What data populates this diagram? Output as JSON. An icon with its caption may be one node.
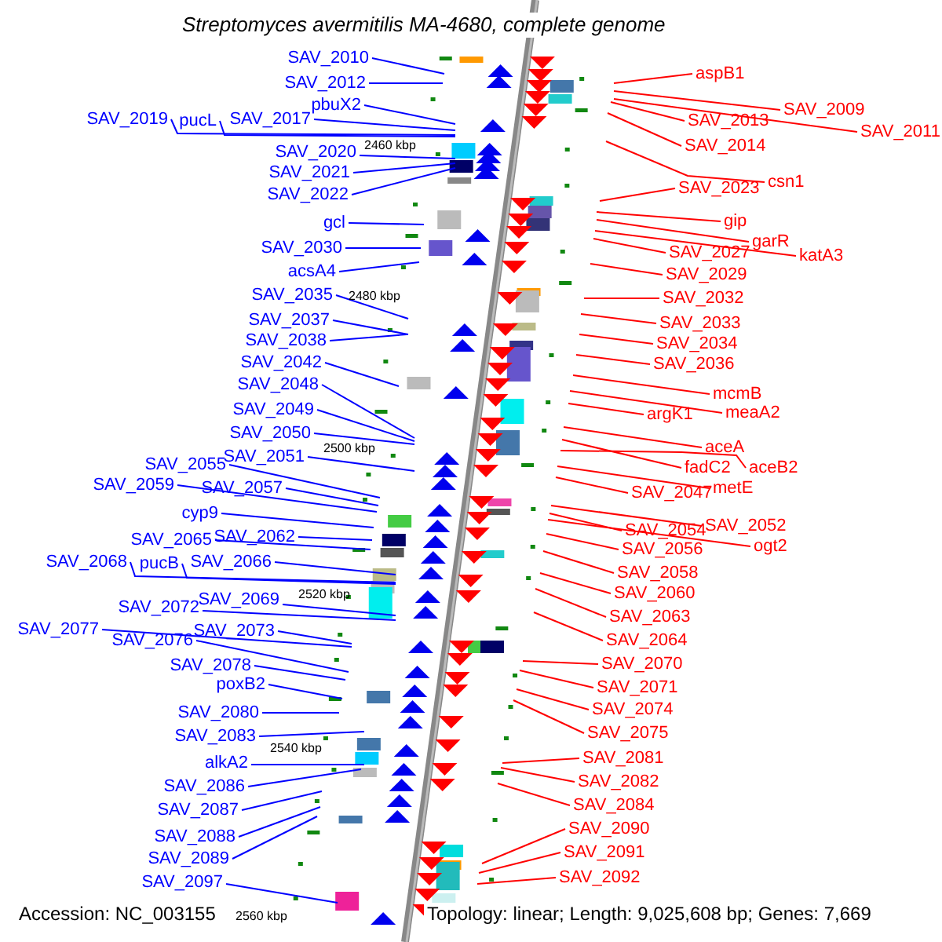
{
  "diagram": {
    "title": "Streptomyces avermitilis MA-4680, complete genome",
    "nodes": [
      {
        "text": [
          "SAV_2010"
        ]
      },
      {
        "text": [
          "SAV_2012"
        ]
      },
      {
        "text": [
          "pbuX2"
        ]
      },
      {
        "text": [
          "SAV_2019"
        ]
      },
      {
        "text": [
          "pucL"
        ]
      },
      {
        "text": [
          "SAV_2017"
        ]
      },
      {
        "text": [
          "SAV_2020"
        ]
      },
      {
        "text": [
          "SAV_2021"
        ]
      },
      {
        "text": [
          "SAV_2022"
        ]
      },
      {
        "text": [
          "gcl"
        ]
      },
      {
        "text": [
          "SAV_2030"
        ]
      },
      {
        "text": [
          "acsA4"
        ]
      },
      {
        "text": [
          "SAV_2035"
        ]
      },
      {
        "text": [
          "SAV_2037"
        ]
      },
      {
        "text": [
          "SAV_2038"
        ]
      },
      {
        "text": [
          "SAV_2042"
        ]
      },
      {
        "text": [
          "SAV_2048"
        ]
      },
      {
        "text": [
          "SAV_2049"
        ]
      },
      {
        "text": [
          "SAV_2050"
        ]
      },
      {
        "text": [
          "SAV_2051"
        ]
      },
      {
        "text": [
          "SAV_2055"
        ]
      },
      {
        "text": [
          "SAV_2059"
        ]
      },
      {
        "text": [
          "SAV_2057"
        ]
      },
      {
        "text": [
          "cyp9"
        ]
      },
      {
        "text": [
          "SAV_2062"
        ]
      },
      {
        "text": [
          "SAV_2065"
        ]
      },
      {
        "text": [
          "SAV_2068"
        ]
      },
      {
        "text": [
          "pucB"
        ]
      },
      {
        "text": [
          "SAV_2066"
        ]
      },
      {
        "text": [
          "SAV_2072"
        ]
      },
      {
        "text": [
          "SAV_2069"
        ]
      },
      {
        "text": [
          "SAV_2077"
        ]
      },
      {
        "text": [
          "SAV_2076"
        ]
      },
      {
        "text": [
          "SAV_2073"
        ]
      },
      {
        "text": [
          "SAV_2078"
        ]
      },
      {
        "text": [
          "poxB2"
        ]
      },
      {
        "text": [
          "SAV_2080"
        ]
      },
      {
        "text": [
          "SAV_2083"
        ]
      },
      {
        "text": [
          "alkA2"
        ]
      },
      {
        "text": [
          "SAV_2086"
        ]
      },
      {
        "text": [
          "SAV_2087"
        ]
      },
      {
        "text": [
          "SAV_2088"
        ]
      },
      {
        "text": [
          "SAV_2089"
        ]
      },
      {
        "text": [
          "SAV_2097"
        ]
      },
      {
        "text": [
          "aspB1"
        ]
      },
      {
        "text": [
          "SAV_2009"
        ]
      },
      {
        "text": [
          "SAV_2011"
        ]
      },
      {
        "text": [
          "SAV_2013"
        ]
      },
      {
        "text": [
          "SAV_2014"
        ]
      },
      {
        "text": [
          "csn1"
        ]
      },
      {
        "text": [
          "SAV_2023"
        ]
      },
      {
        "text": [
          "gip"
        ]
      },
      {
        "text": [
          "garR"
        ]
      },
      {
        "text": [
          "katA3"
        ]
      },
      {
        "text": [
          "SAV_2027"
        ]
      },
      {
        "text": [
          "SAV_2029"
        ]
      },
      {
        "text": [
          "SAV_2032"
        ]
      },
      {
        "text": [
          "SAV_2033"
        ]
      },
      {
        "text": [
          "SAV_2034"
        ]
      },
      {
        "text": [
          "SAV_2036"
        ]
      },
      {
        "text": [
          "mcmB"
        ]
      },
      {
        "text": [
          "meaA2"
        ]
      },
      {
        "text": [
          "argK1"
        ]
      },
      {
        "text": [
          "aceA"
        ]
      },
      {
        "text": [
          "fadC2"
        ]
      },
      {
        "text": [
          "aceB2"
        ]
      },
      {
        "text": [
          "metE"
        ]
      },
      {
        "text": [
          "SAV_2047"
        ]
      },
      {
        "text": [
          "SAV_2052"
        ]
      },
      {
        "text": [
          "SAV_2054"
        ]
      },
      {
        "text": [
          "ogt2"
        ]
      },
      {
        "text": [
          "SAV_2056"
        ]
      },
      {
        "text": [
          "SAV_2058"
        ]
      },
      {
        "text": [
          "SAV_2060"
        ]
      },
      {
        "text": [
          "SAV_2063"
        ]
      },
      {
        "text": [
          "SAV_2064"
        ]
      },
      {
        "text": [
          "SAV_2070"
        ]
      },
      {
        "text": [
          "SAV_2071"
        ]
      },
      {
        "text": [
          "SAV_2074"
        ]
      },
      {
        "text": [
          "SAV_2075"
        ]
      },
      {
        "text": [
          "SAV_2081"
        ]
      },
      {
        "text": [
          "SAV_2082"
        ]
      },
      {
        "text": [
          "SAV_2084"
        ]
      },
      {
        "text": [
          "SAV_2090"
        ]
      },
      {
        "text": [
          "SAV_2091"
        ]
      },
      {
        "text": [
          "SAV_2092"
        ]
      }
    ],
    "edges": [
      {
        "from": 0,
        "to": null,
        "arrow": "none"
      },
      {
        "from": 1,
        "to": null,
        "arrow": "none"
      },
      {
        "from": 2,
        "to": null,
        "arrow": "none"
      },
      {
        "from": 3,
        "to": null,
        "arrow": "none"
      },
      {
        "from": 4,
        "to": null,
        "arrow": "none"
      },
      {
        "from": 5,
        "to": null,
        "arrow": "none"
      },
      {
        "from": 6,
        "to": null,
        "arrow": "none"
      },
      {
        "from": 7,
        "to": null,
        "arrow": "none"
      },
      {
        "from": 8,
        "to": null,
        "arrow": "none"
      },
      {
        "from": 9,
        "to": null,
        "arrow": "none"
      },
      {
        "from": 10,
        "to": null,
        "arrow": "none"
      },
      {
        "from": 11,
        "to": null,
        "arrow": "none"
      },
      {
        "from": 12,
        "to": null,
        "arrow": "none"
      },
      {
        "from": 13,
        "to": null,
        "arrow": "none"
      },
      {
        "from": 14,
        "to": null,
        "arrow": "none"
      },
      {
        "from": 15,
        "to": null,
        "arrow": "none"
      },
      {
        "from": 16,
        "to": null,
        "arrow": "none"
      },
      {
        "from": 17,
        "to": null,
        "arrow": "none"
      },
      {
        "from": 18,
        "to": null,
        "arrow": "none"
      },
      {
        "from": 19,
        "to": null,
        "arrow": "none"
      },
      {
        "from": 20,
        "to": null,
        "arrow": "none"
      },
      {
        "from": 21,
        "to": null,
        "arrow": "none"
      },
      {
        "from": 22,
        "to": null,
        "arrow": "none"
      },
      {
        "from": 23,
        "to": null,
        "arrow": "none"
      },
      {
        "from": 24,
        "to": null,
        "arrow": "none"
      },
      {
        "from": 25,
        "to": null,
        "arrow": "none"
      },
      {
        "from": 26,
        "to": null,
        "arrow": "none"
      },
      {
        "from": 27,
        "to": null,
        "arrow": "none"
      },
      {
        "from": 28,
        "to": null,
        "arrow": "none"
      },
      {
        "from": 29,
        "to": null,
        "arrow": "none"
      },
      {
        "from": 30,
        "to": null,
        "arrow": "none"
      },
      {
        "from": 31,
        "to": null,
        "arrow": "none"
      },
      {
        "from": 32,
        "to": null,
        "arrow": "none"
      },
      {
        "from": 33,
        "to": null,
        "arrow": "none"
      },
      {
        "from": 34,
        "to": null,
        "arrow": "none"
      },
      {
        "from": 35,
        "to": null,
        "arrow": "none"
      },
      {
        "from": 36,
        "to": null,
        "arrow": "none"
      },
      {
        "from": 37,
        "to": null,
        "arrow": "none"
      },
      {
        "from": 38,
        "to": null,
        "arrow": "none"
      },
      {
        "from": 39,
        "to": null,
        "arrow": "none"
      },
      {
        "from": 40,
        "to": null,
        "arrow": "none"
      },
      {
        "from": 41,
        "to": null,
        "arrow": "none"
      },
      {
        "from": 42,
        "to": null,
        "arrow": "none"
      },
      {
        "from": 43,
        "to": null,
        "arrow": "none"
      },
      {
        "from": 44,
        "to": null,
        "arrow": "none",
        "color": "#ff0000"
      },
      {
        "from": 45,
        "to": null,
        "arrow": "none",
        "color": "#ff0000"
      },
      {
        "from": 46,
        "to": null,
        "arrow": "none",
        "color": "#ff0000"
      },
      {
        "from": 47,
        "to": null,
        "arrow": "none",
        "color": "#ff0000"
      },
      {
        "from": 48,
        "to": null,
        "arrow": "none",
        "color": "#ff0000"
      },
      {
        "from": 49,
        "to": null,
        "arrow": "none",
        "color": "#ff0000"
      },
      {
        "from": 50,
        "to": null,
        "arrow": "none",
        "color": "#ff0000"
      },
      {
        "from": 51,
        "to": null,
        "arrow": "none",
        "color": "#ff0000"
      },
      {
        "from": 52,
        "to": null,
        "arrow": "none",
        "color": "#ff0000"
      },
      {
        "from": 53,
        "to": null,
        "arrow": "none",
        "color": "#ff0000"
      },
      {
        "from": 54,
        "to": null,
        "arrow": "none",
        "color": "#ff0000"
      },
      {
        "from": 55,
        "to": null,
        "arrow": "none",
        "color": "#ff0000"
      },
      {
        "from": 56,
        "to": null,
        "arrow": "none",
        "color": "#ff0000"
      },
      {
        "from": 57,
        "to": null,
        "arrow": "none",
        "color": "#ff0000"
      },
      {
        "from": 58,
        "to": null,
        "arrow": "none",
        "color": "#ff0000"
      },
      {
        "from": 59,
        "to": null,
        "arrow": "none",
        "color": "#ff0000"
      },
      {
        "from": 60,
        "to": null,
        "arrow": "none",
        "color": "#ff0000"
      },
      {
        "from": 61,
        "to": null,
        "arrow": "none",
        "color": "#ff0000"
      },
      {
        "from": 62,
        "to": null,
        "arrow": "none",
        "color": "#ff0000"
      },
      {
        "from": 63,
        "to": null,
        "arrow": "none",
        "color": "#ff0000"
      },
      {
        "from": 64,
        "to": null,
        "arrow": "none",
        "color": "#ff0000"
      },
      {
        "from": 65,
        "to": null,
        "arrow": "none",
        "color": "#ff0000"
      },
      {
        "from": 66,
        "to": null,
        "arrow": "none",
        "color": "#ff0000"
      },
      {
        "from": 67,
        "to": null,
        "arrow": "none",
        "color": "#ff0000"
      },
      {
        "from": 68,
        "to": null,
        "arrow": "none",
        "color": "#ff0000"
      },
      {
        "from": 69,
        "to": null,
        "arrow": "none",
        "color": "#ff0000"
      },
      {
        "from": 70,
        "to": null,
        "arrow": "none",
        "color": "#ff0000"
      },
      {
        "from": 71,
        "to": null,
        "arrow": "none",
        "color": "#ff0000"
      },
      {
        "from": 72,
        "to": null,
        "arrow": "none",
        "color": "#ff0000"
      },
      {
        "from": 73,
        "to": null,
        "arrow": "none",
        "color": "#ff0000"
      },
      {
        "from": 74,
        "to": null,
        "arrow": "none",
        "color": "#ff0000"
      },
      {
        "from": 75,
        "to": null,
        "arrow": "none",
        "color": "#ff0000"
      },
      {
        "from": 76,
        "to": null,
        "arrow": "none",
        "color": "#ff0000"
      },
      {
        "from": 77,
        "to": null,
        "arrow": "none",
        "color": "#ff0000"
      },
      {
        "from": 78,
        "to": null,
        "arrow": "none",
        "color": "#ff0000"
      },
      {
        "from": 79,
        "to": null,
        "arrow": "none",
        "color": "#ff0000"
      },
      {
        "from": 80,
        "to": null,
        "arrow": "none",
        "color": "#ff0000"
      },
      {
        "from": 81,
        "to": null,
        "arrow": "none",
        "color": "#ff0000"
      },
      {
        "from": 82,
        "to": null,
        "arrow": "none",
        "color": "#ff0000"
      },
      {
        "from": 83,
        "to": null,
        "arrow": "none",
        "color": "#ff0000"
      },
      {
        "from": 84,
        "to": null,
        "arrow": "none",
        "color": "#ff0000"
      },
      {
        "from": 85,
        "to": null,
        "arrow": "none",
        "color": "#ff0000"
      }
    ],
    "labels": [
      "2460 kbp",
      "2480 kbp",
      "2500 kbp",
      "2520 kbp",
      "2540 kbp",
      "2560 kbp",
      "Accession: NC_003155",
      "Topology: linear; Length: 9,025,608 bp; Genes: 7,669"
    ]
  }
}
